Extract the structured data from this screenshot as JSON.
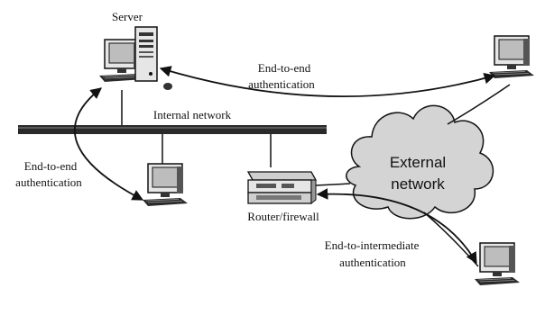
{
  "nodes": {
    "server": {
      "label": "Server",
      "icon": "server-icon"
    },
    "router": {
      "label": "Router/firewall",
      "icon": "router-firewall-icon"
    },
    "internal_pc": {
      "icon": "desktop-computer-icon"
    },
    "external_pc_top": {
      "icon": "desktop-computer-icon"
    },
    "external_pc_bottom": {
      "icon": "desktop-computer-icon"
    }
  },
  "network": {
    "internal_label": "Internal network",
    "external_label_line1": "External",
    "external_label_line2": "network"
  },
  "links": {
    "e2e_right_line1": "End-to-end",
    "e2e_right_line2": "authentication",
    "e2e_left_line1": "End-to-end",
    "e2e_left_line2": "authentication",
    "e2i_line1": "End-to-intermediate",
    "e2i_line2": "authentication"
  },
  "colors": {
    "ink": "#111111",
    "cloud_fill": "#d4d4d4",
    "screen": "#bfbfbf",
    "bus": "#2a2a2a"
  }
}
